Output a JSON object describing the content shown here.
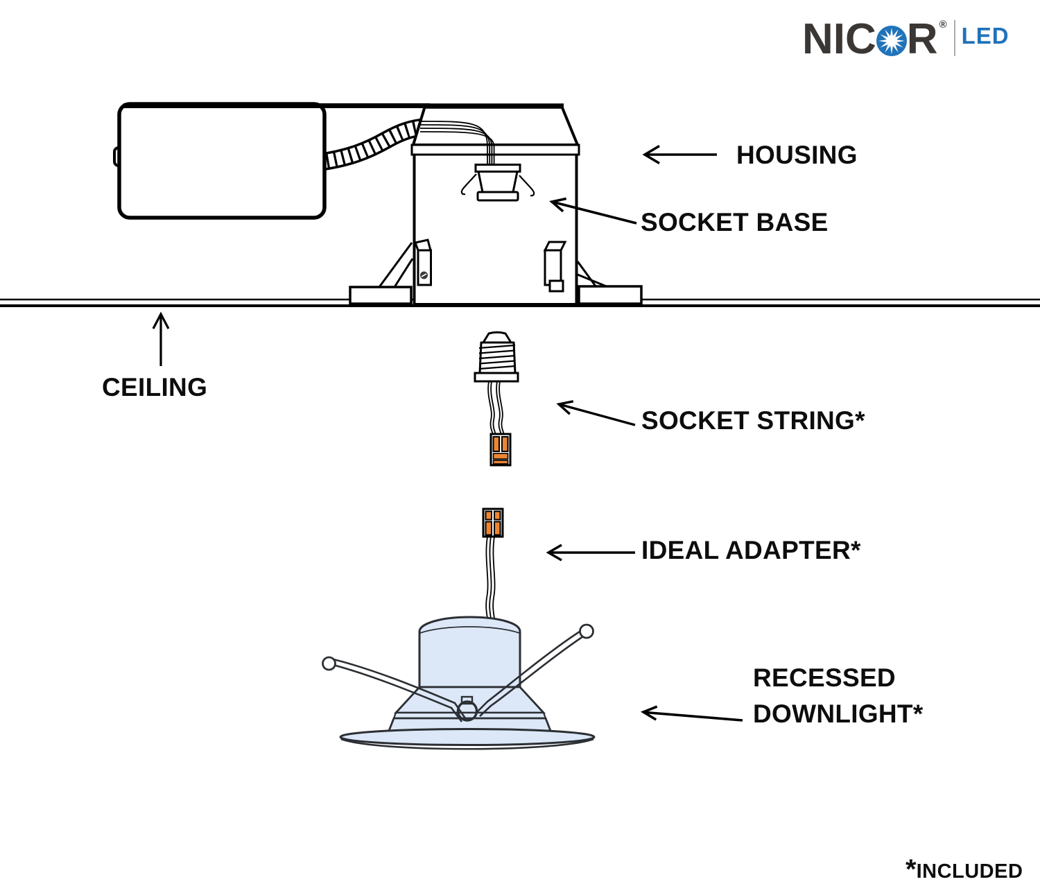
{
  "logo": {
    "brand_prefix": "NIC",
    "brand_suffix": "R",
    "registered": "®",
    "sub_brand": "LED"
  },
  "labels": {
    "housing": "HOUSING",
    "socket_base": "SOCKET BASE",
    "ceiling": "CEILING",
    "socket_string": "SOCKET STRING*",
    "ideal_adapter": "IDEAL ADAPTER*",
    "recessed_downlight_line1": "RECESSED",
    "recessed_downlight_line2": "DOWNLIGHT*"
  },
  "footnote": {
    "asterisk": "*",
    "text": "INCLUDED"
  },
  "colors": {
    "line_art": "#000000",
    "label_text": "#0d0d0d",
    "connector_orange": "#ED8633",
    "downlight_fill": "#DCE8F7",
    "downlight_outline": "#2B2E33",
    "brand_dark": "#3B3735",
    "brand_blue": "#2173B9",
    "logo_divider_gray": "#A8ABAE",
    "background": "#FFFFFF"
  }
}
